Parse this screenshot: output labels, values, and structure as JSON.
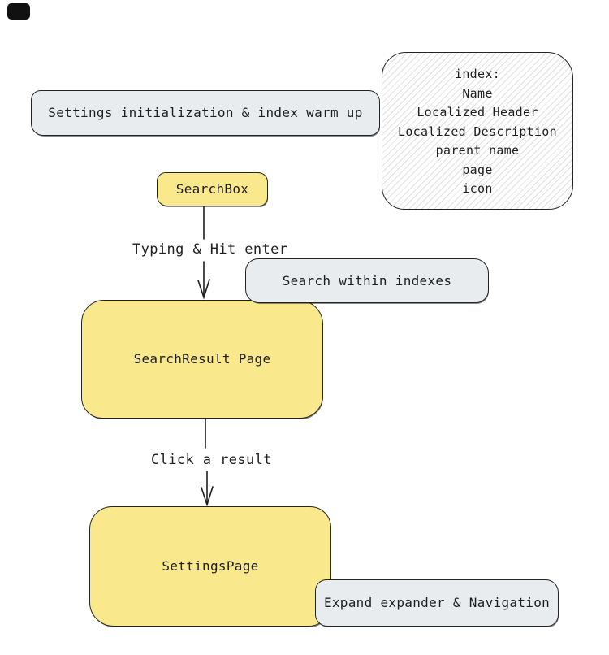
{
  "colors": {
    "node_yellow": "#fae88c",
    "node_gray": "#e9ecef",
    "stroke": "#1e1e1e",
    "note_hatch": "#e0e0e0",
    "marker_black": "#111111"
  },
  "nodes": {
    "settings_init": {
      "label": "Settings initialization & index warm up"
    },
    "index_note": {
      "title": "index:",
      "fields": [
        "Name",
        "Localized Header",
        "Localized Description",
        "parent name",
        "page",
        "icon"
      ]
    },
    "search_box": {
      "label": "SearchBox"
    },
    "search_within": {
      "label": "Search within indexes"
    },
    "search_result": {
      "label": "SearchResult Page"
    },
    "settings_page": {
      "label": "SettingsPage"
    },
    "expand_nav": {
      "label": "Expand expander & Navigation"
    }
  },
  "edges": {
    "typing": {
      "label": "Typing & Hit enter"
    },
    "click": {
      "label": "Click a result"
    }
  }
}
